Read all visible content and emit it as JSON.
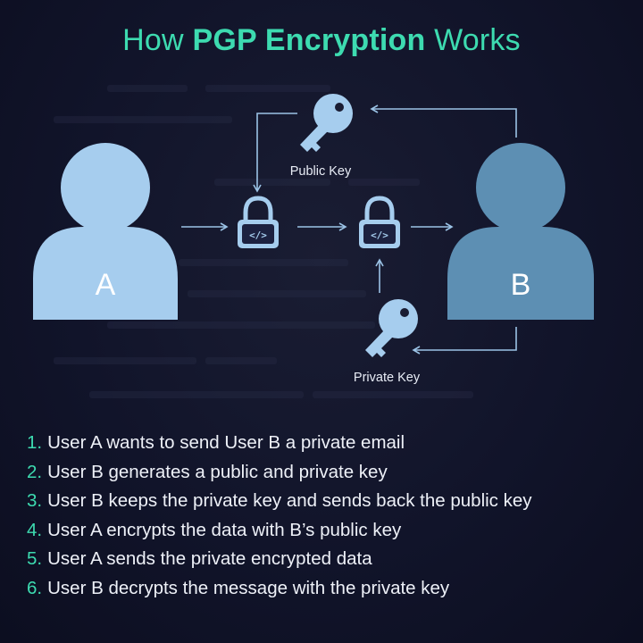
{
  "title": {
    "prefix": "How",
    "bold": "PGP Encryption",
    "suffix": "Works"
  },
  "users": {
    "a": "A",
    "b": "B"
  },
  "keys": {
    "public": "Public Key",
    "private": "Private Key"
  },
  "lock_code": "</>",
  "colors": {
    "accent": "#3ddbb0",
    "user_a": "#a6cdee",
    "user_b": "#5d8fb3",
    "lock": "#a6cdee",
    "arrow": "#9bc3e6",
    "background": "#11142a"
  },
  "steps": [
    {
      "num": "1.",
      "text": "User A wants to send User B a private email"
    },
    {
      "num": "2.",
      "text": "User B generates a public and private key"
    },
    {
      "num": "3.",
      "text": "User B keeps the private key and sends back the public key"
    },
    {
      "num": "4.",
      "text": "User A encrypts the data with B’s public key"
    },
    {
      "num": "5.",
      "text": "User A sends the private encrypted data"
    },
    {
      "num": "6.",
      "text": "User B decrypts the message with the private key"
    }
  ]
}
